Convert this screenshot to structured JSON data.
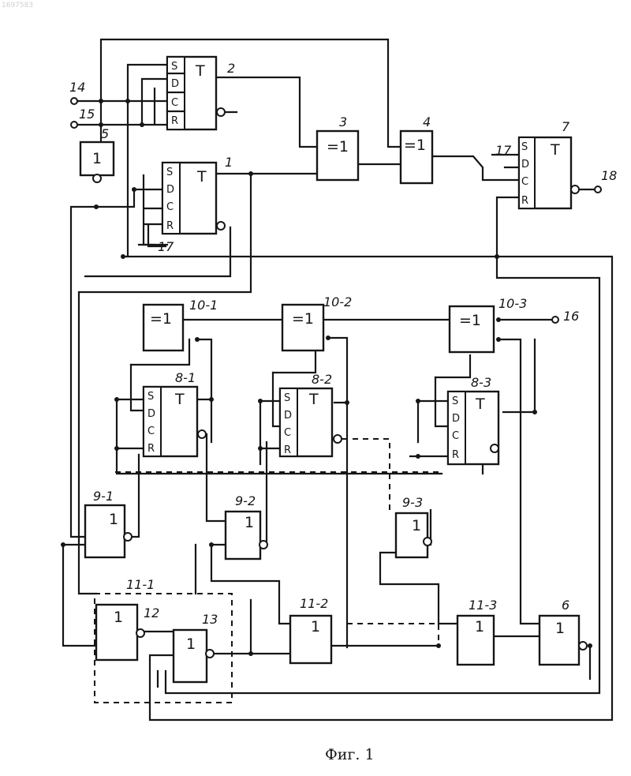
{
  "doc_stamp": "1697583",
  "caption": "Фиг. 1",
  "symbols": {
    "trigger": "T",
    "xor": "=1",
    "logic": "1"
  },
  "pins": {
    "s": "S",
    "d": "D",
    "c": "C",
    "r": "R"
  },
  "labels": {
    "b1": "1",
    "b2": "2",
    "b3": "3",
    "b4": "4",
    "b5": "5",
    "b6": "6",
    "b7": "7",
    "b8_1": "8-1",
    "b8_2": "8-2",
    "b8_3": "8-3",
    "b9_1": "9-1",
    "b9_2": "9-2",
    "b9_3": "9-3",
    "b10_1": "10-1",
    "b10_2": "10-2",
    "b10_3": "10-3",
    "b11_1": "11-1",
    "b11_2": "11-2",
    "b11_3": "11-3",
    "b12": "12",
    "b13": "13",
    "t14": "14",
    "t15": "15",
    "t16": "16",
    "t17a": "17",
    "t17b": "17",
    "t18": "18"
  }
}
